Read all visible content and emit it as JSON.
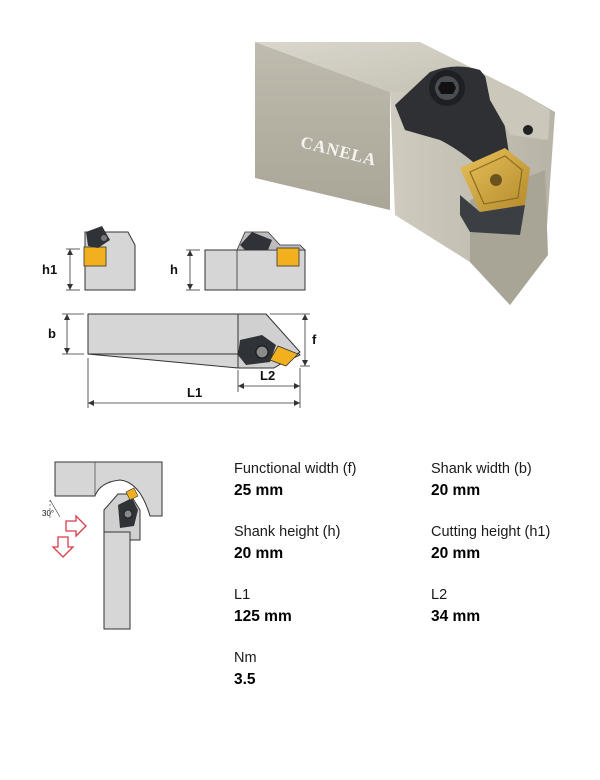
{
  "product": {
    "brand_text": "CANELA"
  },
  "drawing": {
    "labels": {
      "h1": "h1",
      "h": "h",
      "b": "b",
      "f": "f",
      "L1": "L1",
      "L2": "L2",
      "angle": "30°"
    },
    "colors": {
      "insert": "#f2b01e",
      "body": "#d4d4d2",
      "steel": "#c9c6ba",
      "clamp": "#2f3236",
      "arrow": "#d63c4a"
    }
  },
  "specs": [
    {
      "label": "Functional width (f)",
      "value": "25 mm"
    },
    {
      "label": "Shank width (b)",
      "value": "20 mm"
    },
    {
      "label": "Shank height (h)",
      "value": "20 mm"
    },
    {
      "label": "Cutting height (h1)",
      "value": "20 mm"
    },
    {
      "label": "L1",
      "value": "125 mm"
    },
    {
      "label": "L2",
      "value": "34 mm"
    },
    {
      "label": "Nm",
      "value": "3.5"
    }
  ]
}
